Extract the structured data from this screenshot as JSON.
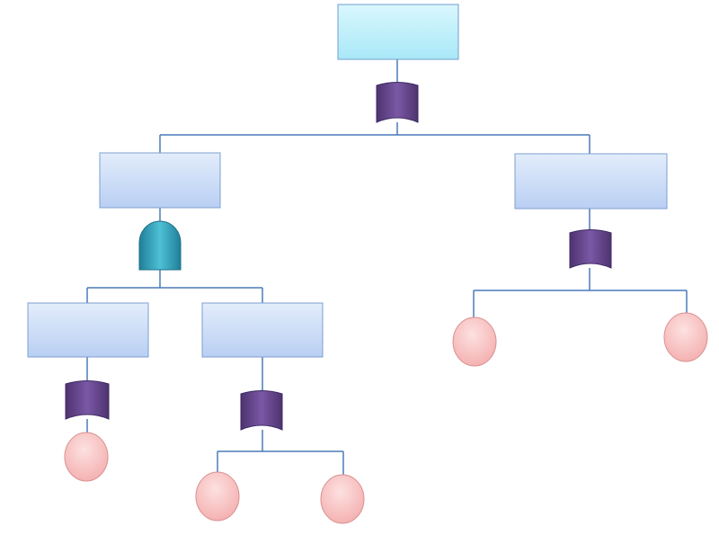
{
  "diagram": {
    "type": "fault-tree",
    "nodes": [
      {
        "id": "top-event",
        "kind": "event-box",
        "label": ""
      },
      {
        "id": "or-gate-top",
        "kind": "or-gate",
        "label": ""
      },
      {
        "id": "left-event",
        "kind": "event-box",
        "label": ""
      },
      {
        "id": "right-event",
        "kind": "event-box",
        "label": ""
      },
      {
        "id": "and-gate-left",
        "kind": "and-gate",
        "label": ""
      },
      {
        "id": "or-gate-right",
        "kind": "or-gate",
        "label": ""
      },
      {
        "id": "left-left-event",
        "kind": "event-box",
        "label": ""
      },
      {
        "id": "left-right-event",
        "kind": "event-box",
        "label": ""
      },
      {
        "id": "or-gate-left-left",
        "kind": "or-gate",
        "label": ""
      },
      {
        "id": "or-gate-left-right",
        "kind": "or-gate",
        "label": ""
      },
      {
        "id": "basic-event-1",
        "kind": "basic-event",
        "label": ""
      },
      {
        "id": "basic-event-2",
        "kind": "basic-event",
        "label": ""
      },
      {
        "id": "basic-event-3",
        "kind": "basic-event",
        "label": ""
      },
      {
        "id": "basic-event-4",
        "kind": "basic-event",
        "label": ""
      },
      {
        "id": "basic-event-5",
        "kind": "basic-event",
        "label": ""
      }
    ],
    "edges": [
      [
        "top-event",
        "or-gate-top"
      ],
      [
        "or-gate-top",
        "left-event"
      ],
      [
        "or-gate-top",
        "right-event"
      ],
      [
        "left-event",
        "and-gate-left"
      ],
      [
        "and-gate-left",
        "left-left-event"
      ],
      [
        "and-gate-left",
        "left-right-event"
      ],
      [
        "right-event",
        "or-gate-right"
      ],
      [
        "or-gate-right",
        "basic-event-4"
      ],
      [
        "or-gate-right",
        "basic-event-5"
      ],
      [
        "left-left-event",
        "or-gate-left-left"
      ],
      [
        "or-gate-left-left",
        "basic-event-1"
      ],
      [
        "left-right-event",
        "or-gate-left-right"
      ],
      [
        "or-gate-left-right",
        "basic-event-2"
      ],
      [
        "or-gate-left-right",
        "basic-event-3"
      ]
    ]
  },
  "colors": {
    "top_box_fill": "#bff0fb",
    "event_box_fill": "#c9dbf7",
    "basic_event_fill": "#f9c4c4",
    "or_gate_fill": "#6a4b93",
    "and_gate_fill": "#37a6bd",
    "connector": "#4a7ab8"
  }
}
